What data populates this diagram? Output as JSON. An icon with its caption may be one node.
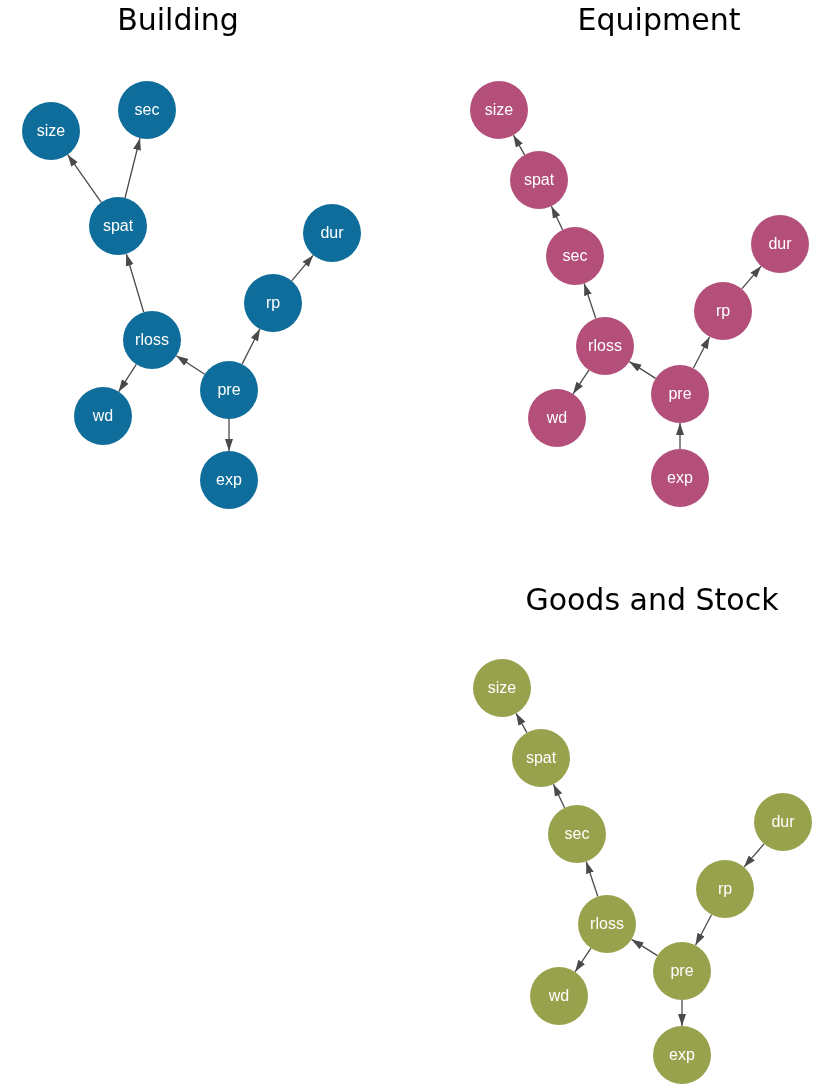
{
  "diagram": {
    "nodes": [
      {
        "text": [
          "size"
        ]
      },
      {
        "text": [
          "sec"
        ]
      },
      {
        "text": [
          "spat"
        ]
      },
      {
        "text": [
          "dur"
        ]
      },
      {
        "text": [
          "rp"
        ]
      },
      {
        "text": [
          "rloss"
        ]
      },
      {
        "text": [
          "pre"
        ]
      },
      {
        "text": [
          "wd"
        ]
      },
      {
        "text": [
          "exp"
        ]
      },
      {
        "text": [
          "size"
        ]
      },
      {
        "text": [
          "spat"
        ]
      },
      {
        "text": [
          "dur"
        ]
      },
      {
        "text": [
          "sec"
        ]
      },
      {
        "text": [
          "rp"
        ]
      },
      {
        "text": [
          "rloss"
        ]
      },
      {
        "text": [
          "pre"
        ]
      },
      {
        "text": [
          "wd"
        ]
      },
      {
        "text": [
          "exp"
        ]
      },
      {
        "text": [
          "size"
        ]
      },
      {
        "text": [
          "spat"
        ]
      },
      {
        "text": [
          "dur"
        ]
      },
      {
        "text": [
          "sec"
        ]
      },
      {
        "text": [
          "rp"
        ]
      },
      {
        "text": [
          "rloss"
        ]
      },
      {
        "text": [
          "pre"
        ]
      },
      {
        "text": [
          "wd"
        ]
      },
      {
        "text": [
          "exp"
        ]
      }
    ],
    "edges": [
      {
        "from": 2,
        "to": 0,
        "arrow": "to"
      },
      {
        "from": 2,
        "to": 1,
        "arrow": "to"
      },
      {
        "from": 5,
        "to": 2,
        "arrow": "to"
      },
      {
        "from": 6,
        "to": 5,
        "arrow": "to"
      },
      {
        "from": 5,
        "to": 7,
        "arrow": "to"
      },
      {
        "from": 6,
        "to": 4,
        "arrow": "to"
      },
      {
        "from": 4,
        "to": 3,
        "arrow": "to"
      },
      {
        "from": 6,
        "to": 8,
        "arrow": "to"
      },
      {
        "from": 10,
        "to": 9,
        "arrow": "to"
      },
      {
        "from": 12,
        "to": 10,
        "arrow": "to"
      },
      {
        "from": 14,
        "to": 12,
        "arrow": "to"
      },
      {
        "from": 14,
        "to": 16,
        "arrow": "to"
      },
      {
        "from": 15,
        "to": 14,
        "arrow": "to"
      },
      {
        "from": 15,
        "to": 13,
        "arrow": "to"
      },
      {
        "from": 13,
        "to": 11,
        "arrow": "to"
      },
      {
        "from": 17,
        "to": 15,
        "arrow": "to"
      },
      {
        "from": 19,
        "to": 18,
        "arrow": "to"
      },
      {
        "from": 21,
        "to": 19,
        "arrow": "to"
      },
      {
        "from": 23,
        "to": 21,
        "arrow": "to"
      },
      {
        "from": 23,
        "to": 25,
        "arrow": "to"
      },
      {
        "from": 24,
        "to": 23,
        "arrow": "to"
      },
      {
        "from": 20,
        "to": 22,
        "arrow": "to"
      },
      {
        "from": 22,
        "to": 24,
        "arrow": "to"
      },
      {
        "from": 24,
        "to": 26,
        "arrow": "to"
      }
    ],
    "labels": [
      "Building",
      "Equipment",
      "Goods and Stock"
    ]
  }
}
